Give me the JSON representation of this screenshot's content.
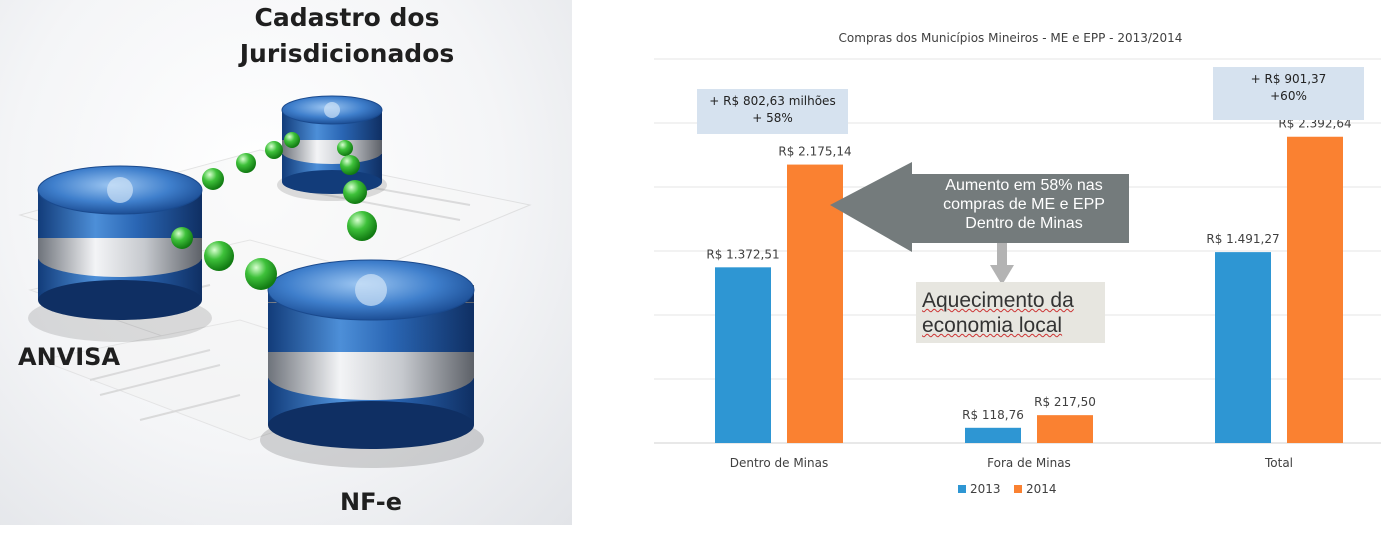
{
  "diagram": {
    "labels": {
      "cadastro": "Cadastro dos Jurisdicionados",
      "anvisa": "ANVISA",
      "nfe": "NF-e"
    },
    "colors": {
      "db_blue": "#2f6fb8",
      "db_silver": "#c9ccd2",
      "link_green": "#3ec13a"
    }
  },
  "chart_data": {
    "type": "bar",
    "title": "Compras dos Municípios Mineiros - ME e EPP - 2013/2014",
    "categories": [
      "Dentro de Minas",
      "Fora de Minas",
      "Total"
    ],
    "series": [
      {
        "name": "2013",
        "values": [
          1372.51,
          118.76,
          1491.27
        ],
        "labels": [
          "R$ 1.372,51",
          "R$ 118,76",
          "R$ 1.491,27"
        ],
        "color": "#2e96d3"
      },
      {
        "name": "2014",
        "values": [
          2175.14,
          217.5,
          2392.64
        ],
        "labels": [
          "R$ 2.175,14",
          "R$ 217,50",
          "R$ 2.392,64"
        ],
        "color": "#fa8131"
      }
    ],
    "ylim": [
      0,
      3000
    ],
    "grid": true,
    "legend": "bottom",
    "annotations": {
      "dentro_callout": [
        "+ R$ 802,63 milhões",
        "+ 58%"
      ],
      "total_callout": [
        "+ R$ 901,37",
        "+60%"
      ],
      "arrow_text": [
        "Aumento em 58% nas",
        "compras de ME e EPP",
        "Dentro de Minas"
      ],
      "economy_text": [
        "Aquecimento da",
        "economia local"
      ]
    }
  }
}
